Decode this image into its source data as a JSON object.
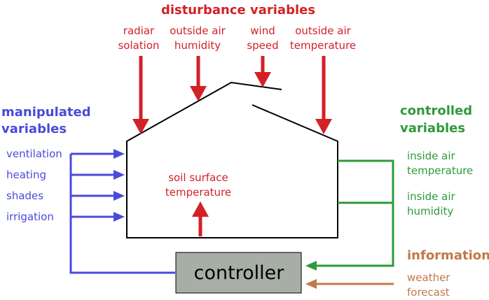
{
  "colors": {
    "disturbance": "#d42027",
    "manipulated": "#4a4adb",
    "controlled": "#2e9a3a",
    "information": "#c0794a",
    "controller_fill": "#a7aea6",
    "outline": "#000000"
  },
  "disturbance": {
    "heading": "disturbance variables",
    "radiation_line1": "radiar",
    "radiation_line2": "solation",
    "outside_humidity_line1": "outside air",
    "outside_humidity_line2": "humidity",
    "wind_line1": "wind",
    "wind_line2": "speed",
    "outside_temp_line1": "outside air",
    "outside_temp_line2": "temperature",
    "soil_line1": "soil surface",
    "soil_line2": "temperature"
  },
  "manipulated": {
    "heading_line1": "manipulated",
    "heading_line2": "variables",
    "items": [
      "ventilation",
      "heating",
      "shades",
      "irrigation"
    ]
  },
  "controlled": {
    "heading_line1": "controlled",
    "heading_line2": "variables",
    "inside_temp_line1": "inside air",
    "inside_temp_line2": "temperature",
    "inside_humidity_line1": "inside air",
    "inside_humidity_line2": "humidity"
  },
  "information": {
    "heading": "information",
    "weather_line1": "weather",
    "weather_line2": "forecast"
  },
  "controller": {
    "label": "controller"
  }
}
